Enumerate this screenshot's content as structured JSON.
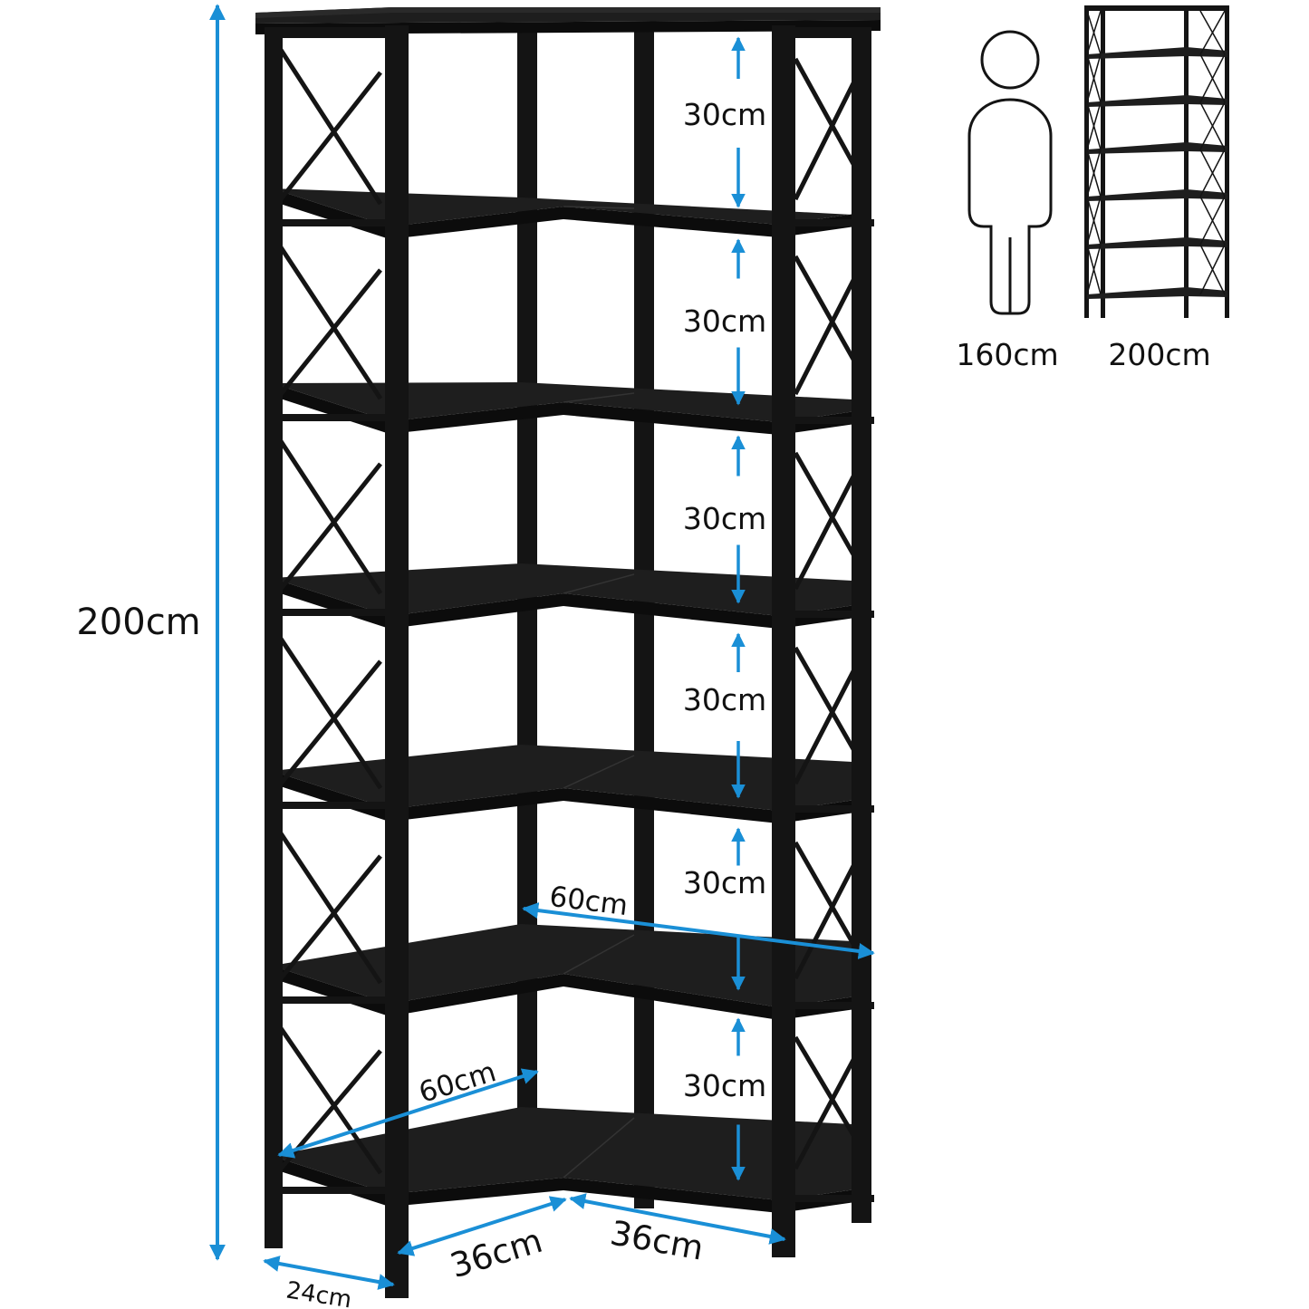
{
  "colors": {
    "frame": "#141414",
    "shelf_top": "#1e1e1e",
    "shelf_edge": "#0c0c0c",
    "dimension_arrow": "#1a8fd6",
    "background": "#ffffff",
    "text": "#111111"
  },
  "dimensions": {
    "total_height": "200cm",
    "shelf_gap_label": "30cm",
    "shelf_gaps": [
      "30cm",
      "30cm",
      "30cm",
      "30cm",
      "30cm",
      "30cm"
    ],
    "right_length": "60cm",
    "left_length": "60cm",
    "front_left_width": "36cm",
    "front_right_width": "36cm",
    "depth": "24cm"
  },
  "comparison": {
    "person_icon": "person-silhouette-icon",
    "person_height": "160cm",
    "shelf_thumbnail": "corner-shelf-thumbnail",
    "shelf_height": "200cm"
  }
}
